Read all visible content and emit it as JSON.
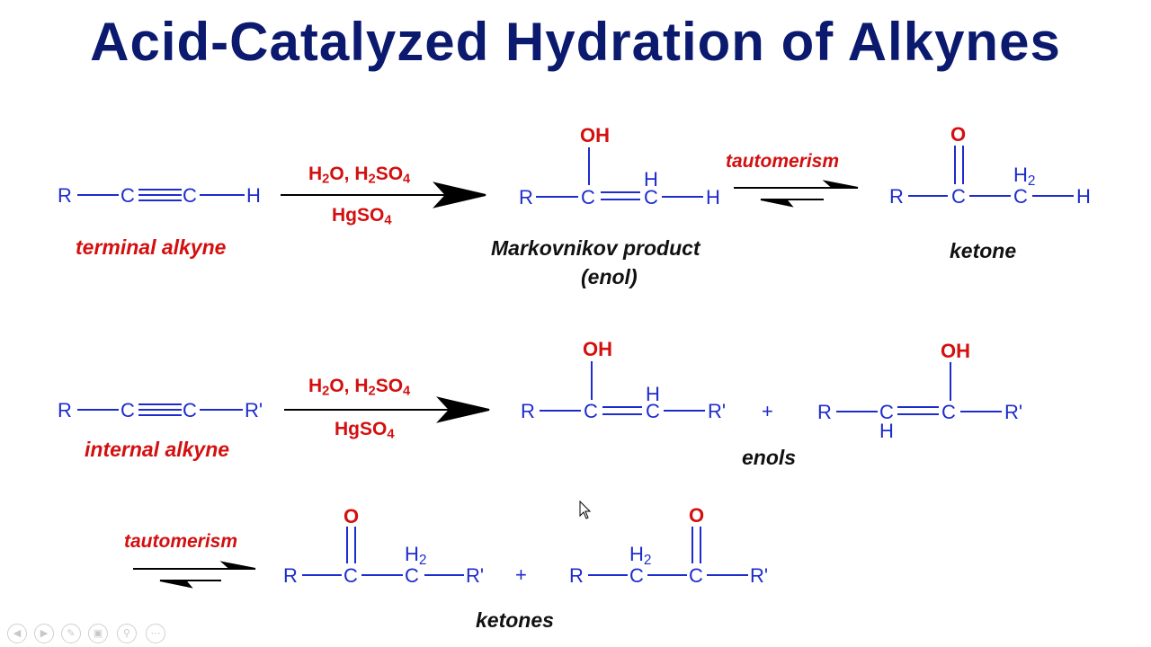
{
  "title": "Acid-Catalyzed Hydration of Alkynes",
  "labels": {
    "terminal_alkyne": "terminal alkyne",
    "internal_alkyne": "internal alkyne",
    "markovnikov_product": "Markovnikov product",
    "enol_paren": "(enol)",
    "ketone": "ketone",
    "enols": "enols",
    "ketones": "ketones",
    "tautomerism_1": "tautomerism",
    "tautomerism_2": "tautomerism"
  },
  "reagents": {
    "water": "H",
    "water_sub": "2",
    "water_rest": "O, H",
    "acid_sub1": "2",
    "acid_rest": "SO",
    "acid_sub2": "4",
    "catalyst": "HgSO",
    "catalyst_sub": "4"
  },
  "atoms": {
    "R": "R",
    "R_prime": "R'",
    "C": "C",
    "H": "H",
    "H2": "H",
    "H2_sub": "2",
    "OH": "OH",
    "O": "O",
    "plus": "+"
  },
  "controls": [
    "prev-icon",
    "next-icon",
    "pen-icon",
    "slides-icon",
    "zoom-icon",
    "more-icon"
  ],
  "colors": {
    "title": "#0b1a6e",
    "atoms_bonds": "#1d2ccc",
    "labels_red": "#d40f0f",
    "arrows": "#000000"
  }
}
